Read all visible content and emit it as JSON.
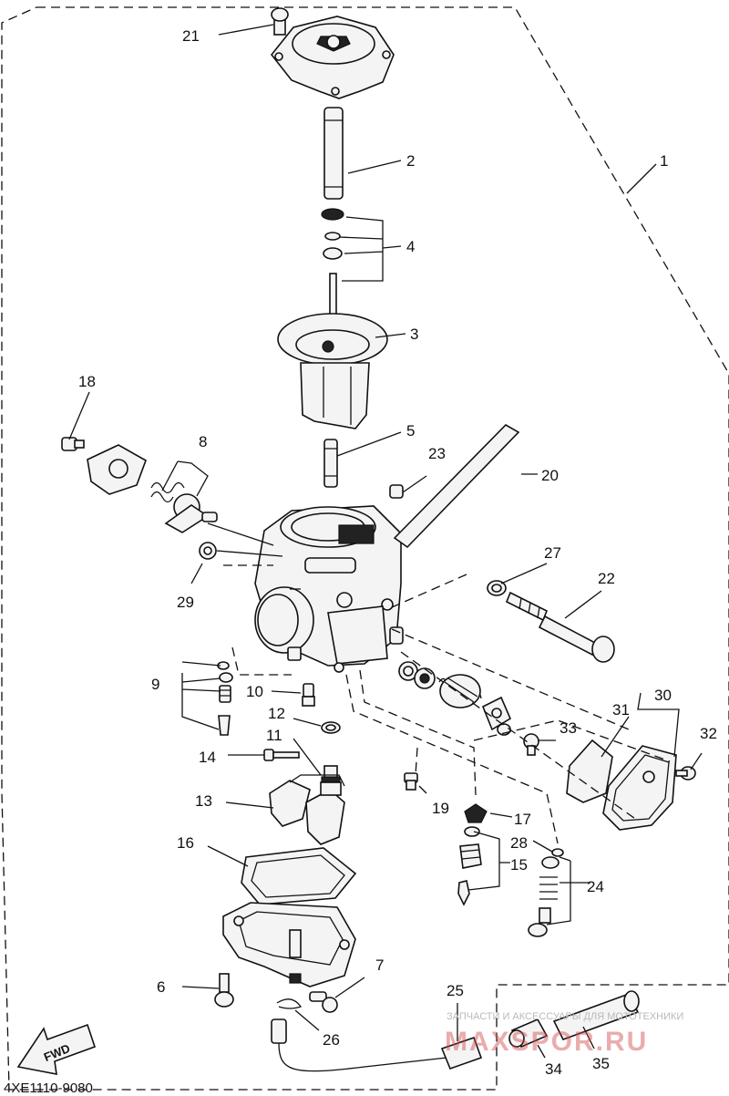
{
  "part_labels": [
    "1",
    "2",
    "3",
    "4",
    "5",
    "6",
    "7",
    "8",
    "9",
    "10",
    "11",
    "12",
    "13",
    "14",
    "15",
    "16",
    "17",
    "18",
    "19",
    "20",
    "21",
    "22",
    "23",
    "24",
    "25",
    "26",
    "27",
    "28",
    "29",
    "30",
    "31",
    "32",
    "33",
    "34",
    "35"
  ],
  "drawing_code": "4XE1110-9080",
  "fwd_label": "FWD",
  "watermark": {
    "text": "ЗАПЧАСТИ И АКСЕССУАРЫ ДЛЯ МОТОТЕХНИКИ",
    "logo_text": "MAXSPOR.RU"
  },
  "colors": {
    "ink": "#111111",
    "paper": "#ffffff",
    "watermark_red": "#d14a4a"
  }
}
